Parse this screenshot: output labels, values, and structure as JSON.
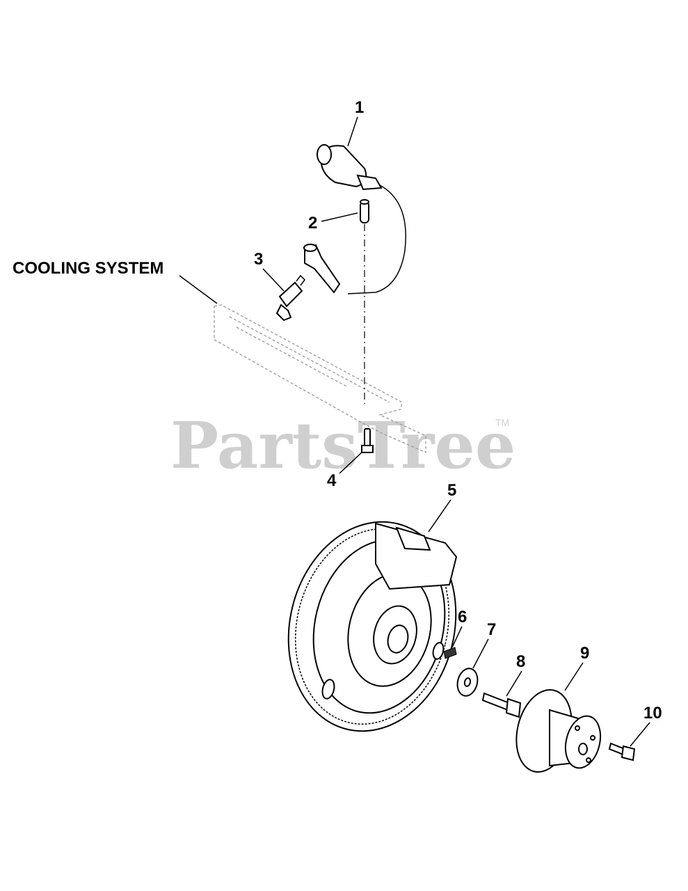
{
  "diagram": {
    "section_label": "COOLING SYSTEM",
    "watermark": "PartsTree",
    "watermark_tm": "TM",
    "callouts": [
      "1",
      "2",
      "3",
      "4",
      "5",
      "6",
      "7",
      "8",
      "9",
      "10"
    ]
  },
  "colors": {
    "line": "#000000",
    "watermark": "#cfcfcf",
    "background": "#ffffff"
  }
}
